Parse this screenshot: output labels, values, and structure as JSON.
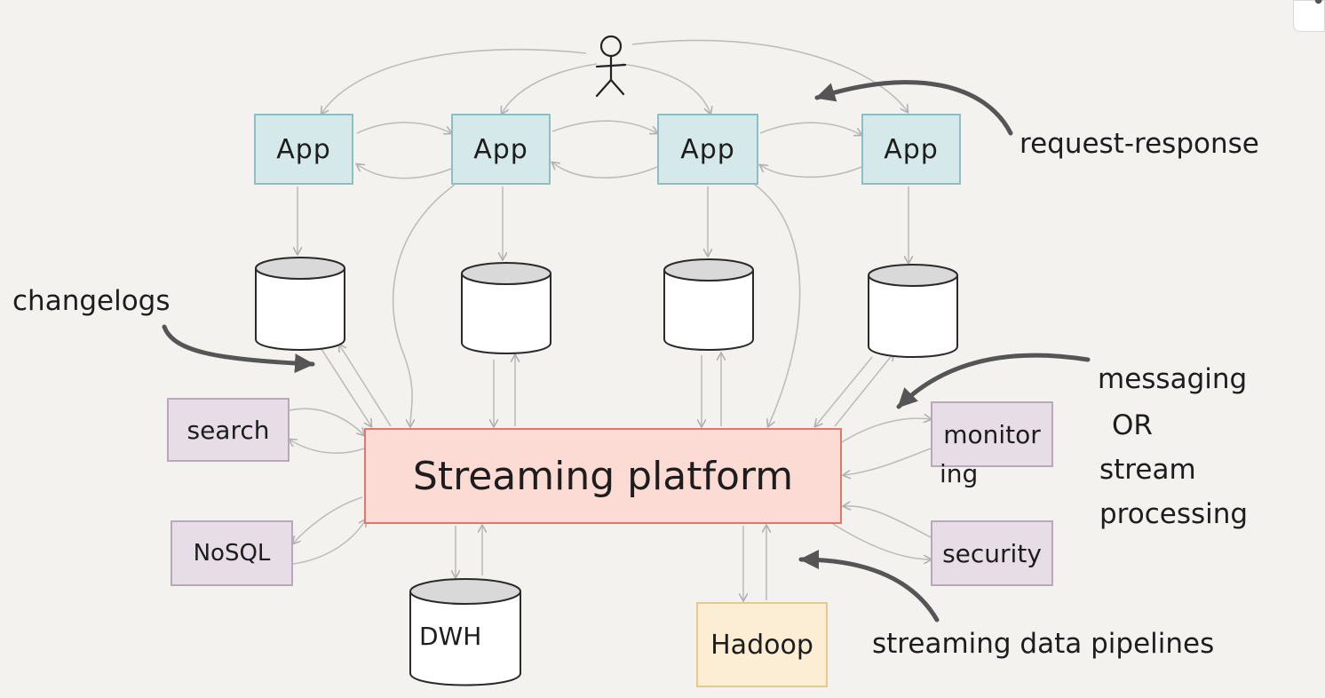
{
  "apps": [
    "App",
    "App",
    "App",
    "App"
  ],
  "tools": {
    "search": "search",
    "nosql": "NoSQL",
    "monitoring_line1": "monitor",
    "monitoring_line2": "ing",
    "security": "security"
  },
  "platform": "Streaming platform",
  "stores": {
    "dwh": "DWH",
    "hadoop": "Hadoop"
  },
  "annotations": {
    "request_response": "request-response",
    "changelogs": "changelogs",
    "messaging": [
      "messaging",
      "OR",
      "stream",
      "processing"
    ],
    "pipelines": "streaming data pipelines"
  },
  "icons": [
    "user-stick-figure-icon",
    "database-cylinder-icon"
  ],
  "colors": {
    "app_fill": "#d6e9ea",
    "tool_fill": "#e6dde6",
    "platform_fill": "#fbdbd3",
    "hadoop_fill": "#fbeed4",
    "arrow": "#b8b8b8",
    "annotation_arrow": "#5a5a5a"
  }
}
